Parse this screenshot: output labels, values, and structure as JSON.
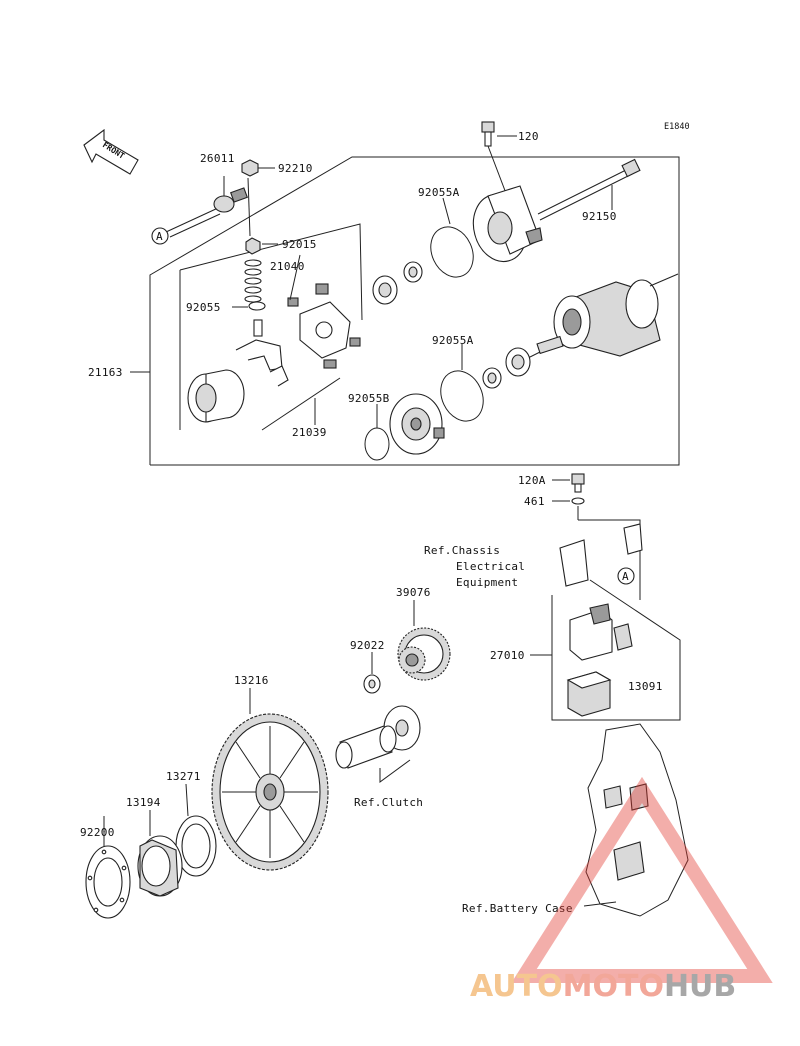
{
  "diagram": {
    "code": "E1840",
    "front_label": "FRONT",
    "ref_mark": "A",
    "part_numbers": {
      "p120": "120",
      "p26011": "26011",
      "p92210": "92210",
      "p92055A_top": "92055A",
      "p92150": "92150",
      "p92015": "92015",
      "p21040": "21040",
      "p92055": "92055",
      "p21163": "21163",
      "p92055A_mid": "92055A",
      "p92055B": "92055B",
      "p21039": "21039",
      "p120A": "120A",
      "p461": "461",
      "p39076": "39076",
      "p27010": "27010",
      "p92022": "92022",
      "p13091": "13091",
      "p13216": "13216",
      "p13271": "13271",
      "p13194": "13194",
      "p92200": "92200"
    },
    "references": {
      "chassis_line1": "Ref.Chassis",
      "chassis_line2": "Electrical",
      "chassis_line3": "Equipment",
      "clutch": "Ref.Clutch",
      "battery_case": "Ref.Battery Case"
    }
  },
  "watermark": {
    "part1": "AUTO",
    "part2": "MOTO",
    "part3": "HUB",
    "colors": {
      "auto": "#f2b36b",
      "moto": "#ee8a78",
      "hub": "#8a8a8a",
      "triangle": "#e23b32"
    }
  }
}
